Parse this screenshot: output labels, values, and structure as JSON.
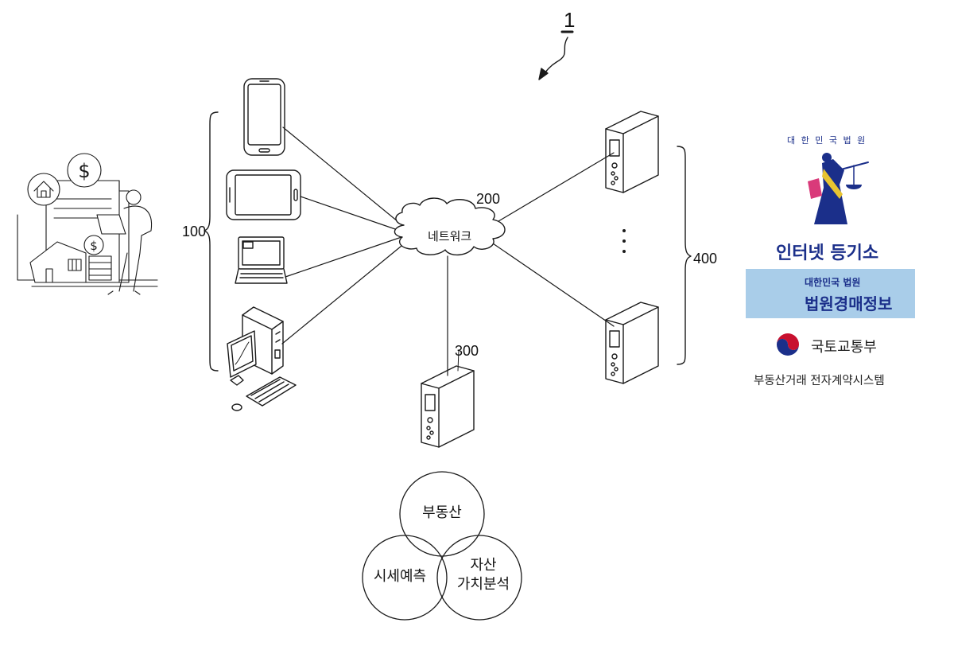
{
  "figure": {
    "number": "1",
    "labels": {
      "terminals": "100",
      "network": "200",
      "server": "300",
      "external_servers": "400"
    },
    "network_text": "네트워크",
    "venn": {
      "top": "부동산",
      "left": "시세예측",
      "right_line1": "자산",
      "right_line2": "가치분석"
    }
  },
  "logos": {
    "court_seal_text": "대 한 민 국 법 원",
    "registry_title": "인터넷 등기소",
    "auction_subtitle": "대한민국 법원",
    "auction_title": "법원경매정보",
    "ministry_name": "국토교통부",
    "contract_system": "부동산거래 전자계약시스템"
  },
  "colors": {
    "line": "#1a1a1a",
    "court_blue": "#1b2f8a",
    "auction_bg": "#a9cde9",
    "ministry_red": "#c8102e",
    "ministry_blue": "#1b2f8a"
  },
  "icons": [
    "house-finance-illustration-icon",
    "smartphone-icon",
    "tablet-icon",
    "laptop-icon",
    "desktop-computer-icon",
    "server-icon",
    "cloud-network-icon",
    "court-justice-emblem-icon",
    "taegeuk-icon"
  ]
}
